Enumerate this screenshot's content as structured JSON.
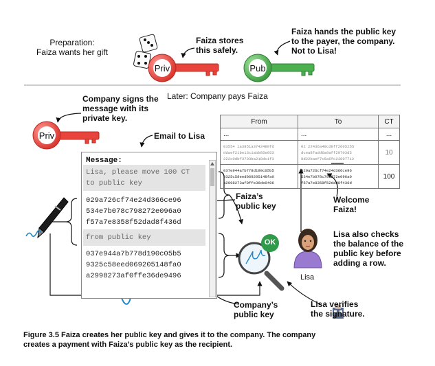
{
  "preparation": {
    "line1": "Preparation:",
    "line2": "Faiza wants her gift"
  },
  "priv_key_top": {
    "label": "Priv"
  },
  "pub_key": {
    "label": "Pub"
  },
  "faiza_stores": {
    "line1": "Faiza stores",
    "line2": "this safely."
  },
  "faiza_hands": {
    "line1": "Faiza hands the public key",
    "line2": "to the payer, the company.",
    "line3": "Not to Lisa!"
  },
  "later": "Later: Company pays Faiza",
  "company_signs": {
    "line1": "Company signs the",
    "line2": "message with its",
    "line3": "private key."
  },
  "priv_key_left": {
    "label": "Priv"
  },
  "email_to_lisa": "Email to Lisa",
  "email": {
    "header": "Message:",
    "line1": "Lisa, please move 100 CT",
    "line2": "to public key",
    "key1_l1": "029a726cf74e24d366ce96",
    "key1_l2": "534e7b078c798272e096a0",
    "key1_l3": "f57a7e8358f52dad8f436d",
    "from": "from public key",
    "key2_l1": "037e944a7b778d190c05b5",
    "key2_l2": "9325c58eed069205148fa0",
    "key2_l3": "a2998273af0ffe36de9496"
  },
  "faizas_key": {
    "line1": "Faiza’s",
    "line2": "public key"
  },
  "companys_key": {
    "line1": "Company’s",
    "line2": "public key"
  },
  "ok_badge": "OK",
  "table": {
    "headers": [
      "From",
      "To",
      "CT"
    ],
    "row1": [
      "...",
      "...",
      "..."
    ],
    "row2": {
      "from": "03554 1a3851a3742489fd ddaef21be13c1abb85e053 222c0dbf3703ba218dc1f3",
      "to": "02 22436a49cd8ff2605255 dcea8fadd6a9aff20703d5 8d22baef7c5a6fc23807712",
      "ct": "10"
    },
    "row3": {
      "from": "037e944a7b778d190c05b5 9325c58eed069205148fa0 a2998273af0ffe36de9496",
      "to": "029a726cf74e24d366ce96 534e7b078c798272e096a0 f57a7e8358f52dad8f436d",
      "ct": "100"
    }
  },
  "welcome": {
    "line1": "Welcome",
    "line2": "Faiza!"
  },
  "lisa_checks": {
    "line1": "Lisa also checks",
    "line2": "the balance of the",
    "line3": "public key before",
    "line4": "adding a row."
  },
  "lisa_name": "Lisa",
  "lisa_verifies": {
    "line1": "Lisa verifies",
    "line2": "the signature."
  },
  "caption": {
    "line1": "Figure 3.5    Faiza creates her public key and gives it to the company. The company",
    "line2": "creates a payment with Faiza’s public key as the recipient."
  },
  "colors": {
    "priv_key": "#e8443c",
    "pub_key": "#4caf50",
    "ok": "#2e9a4a",
    "signature": "#1e88c8",
    "lisa_shirt": "#9a7ad0"
  },
  "icons": [
    "dice-icon",
    "priv-key-icon",
    "pub-key-icon",
    "pen-icon",
    "signature-icon",
    "magnifier-icon",
    "ok-badge-icon",
    "lisa-avatar-icon"
  ]
}
